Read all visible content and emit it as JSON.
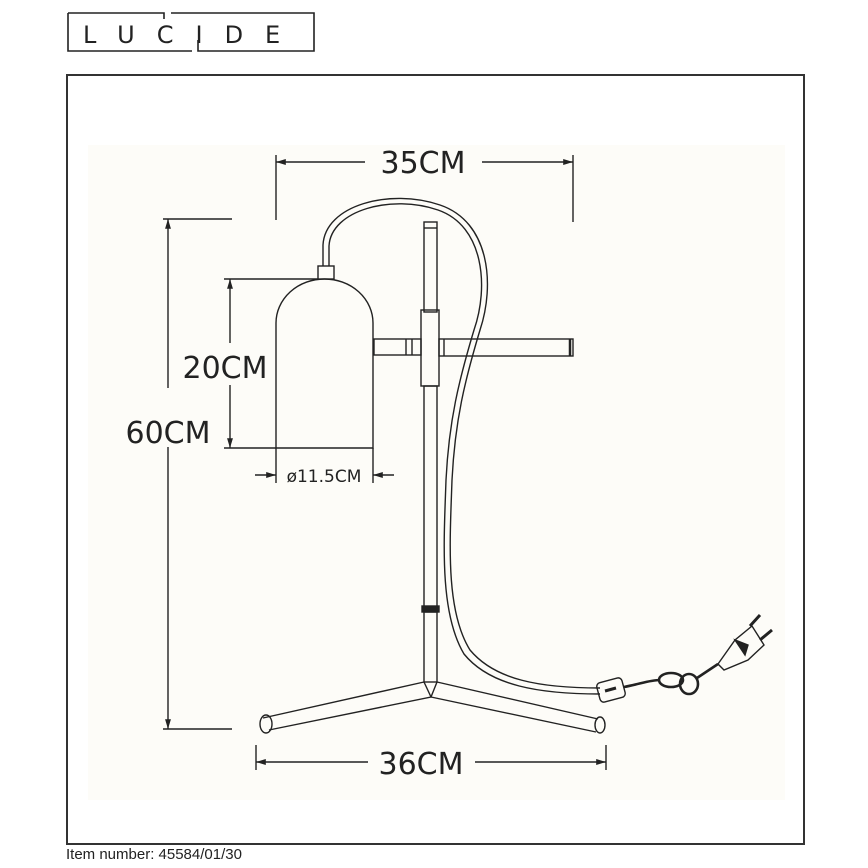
{
  "brand": {
    "logo_text": [
      "L",
      "U",
      "C",
      "I",
      "D",
      "E"
    ],
    "name": "LUCIDE"
  },
  "drawing": {
    "subject": "table-lamp",
    "dimensions": {
      "arm_width": "35CM",
      "total_height": "60CM",
      "shade_height": "20CM",
      "shade_diameter": "ø11.5CM",
      "base_width": "36CM"
    },
    "line_color": "#222222",
    "paper_color": "#fdfcf8"
  },
  "footer": {
    "item_number": "Item number: 45584/01/30"
  }
}
